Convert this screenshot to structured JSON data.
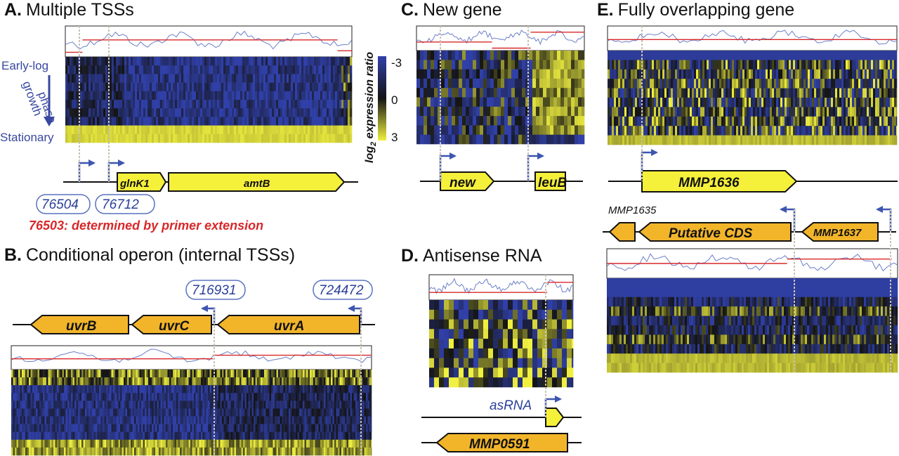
{
  "panels": {
    "A": {
      "letter": "A.",
      "title": "Multiple TSSs",
      "genes": [
        "glnK1",
        "amtB"
      ],
      "tss": [
        "76504",
        "76712"
      ],
      "note": "76503: determined by primer extension"
    },
    "B": {
      "letter": "B.",
      "title": "Conditional operon (internal TSSs)",
      "genes": [
        "uvrB",
        "uvrC",
        "uvrA"
      ],
      "tss": [
        "716931",
        "724472"
      ]
    },
    "C": {
      "letter": "C.",
      "title": "New gene",
      "genes": [
        "new",
        "leuB"
      ]
    },
    "D": {
      "letter": "D.",
      "title": "Antisense RNA",
      "genes": [
        "asRNA",
        "MMP0591"
      ]
    },
    "E": {
      "letter": "E.",
      "title": "Fully overlapping gene",
      "genes": [
        "MMP1636",
        "MMP1635",
        "Putative CDS",
        "MMP1637"
      ]
    }
  },
  "growth_axis": {
    "top": "Early-log",
    "middle1": "growth",
    "middle2": "phase",
    "bottom": "Stationary"
  },
  "colorbar": {
    "ticks": [
      "-3",
      "0",
      "3"
    ],
    "label_main": "log",
    "label_sub": "2",
    "label_rest": " expression ratio"
  },
  "colors": {
    "heat_low": "#3040a8",
    "heat_mid": "#141414",
    "heat_high": "#f0f040",
    "gene_yellow": "#f5f03a",
    "gene_orange": "#f2b52a",
    "tss_blue": "#3d56b0",
    "note_red": "#d8282a"
  }
}
